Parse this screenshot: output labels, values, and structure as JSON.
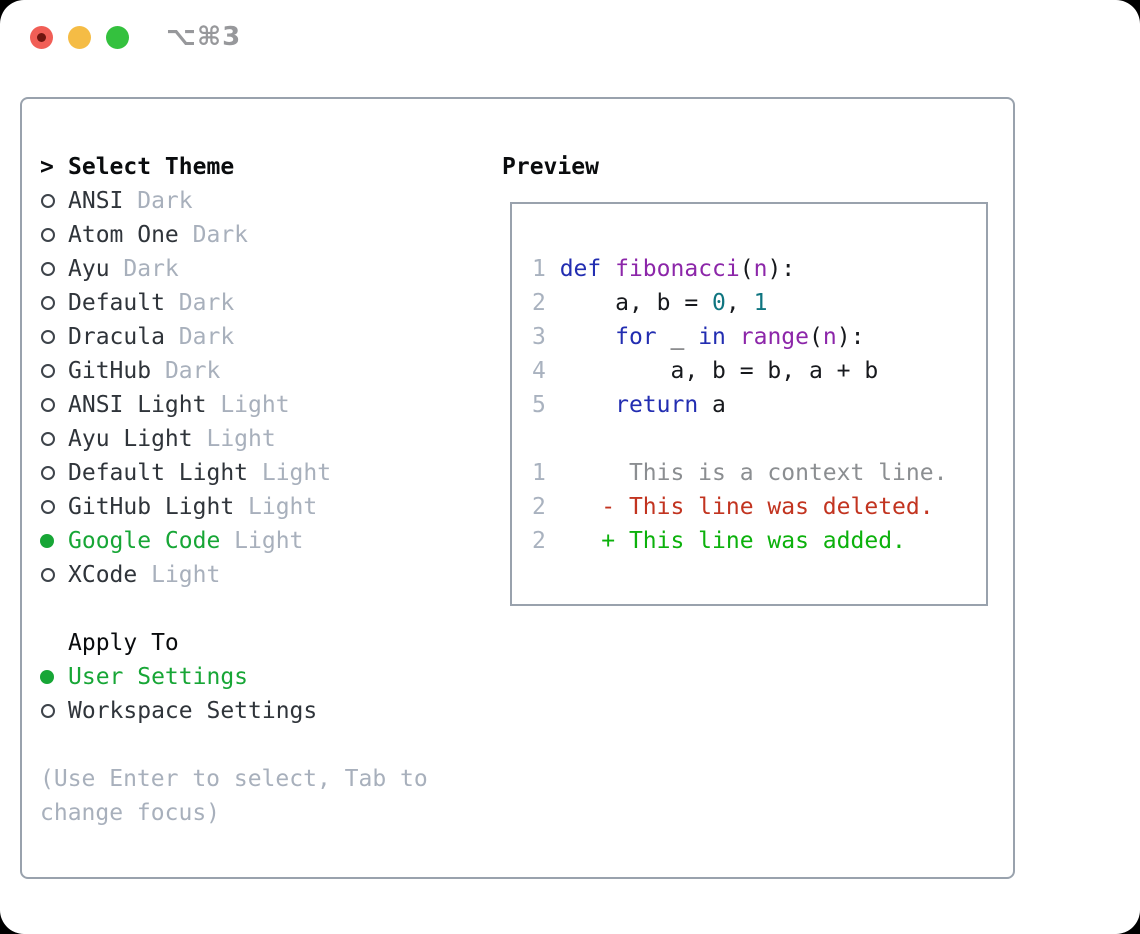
{
  "titlebar": {
    "shortcut": "⌥⌘3"
  },
  "theme_panel": {
    "cursor": ">",
    "header": "Select Theme",
    "items": [
      {
        "name": "ANSI",
        "variant": "Dark",
        "selected": false
      },
      {
        "name": "Atom One",
        "variant": "Dark",
        "selected": false
      },
      {
        "name": "Ayu",
        "variant": "Dark",
        "selected": false
      },
      {
        "name": "Default",
        "variant": "Dark",
        "selected": false
      },
      {
        "name": "Dracula",
        "variant": "Dark",
        "selected": false
      },
      {
        "name": "GitHub",
        "variant": "Dark",
        "selected": false
      },
      {
        "name": "ANSI Light",
        "variant": "Light",
        "selected": false
      },
      {
        "name": "Ayu Light",
        "variant": "Light",
        "selected": false
      },
      {
        "name": "Default Light",
        "variant": "Light",
        "selected": false
      },
      {
        "name": "GitHub Light",
        "variant": "Light",
        "selected": false
      },
      {
        "name": "Google Code",
        "variant": "Light",
        "selected": true
      },
      {
        "name": "XCode",
        "variant": "Light",
        "selected": false
      }
    ]
  },
  "apply_panel": {
    "header": "Apply To",
    "items": [
      {
        "name": "User Settings",
        "selected": true
      },
      {
        "name": "Workspace Settings",
        "selected": false
      }
    ]
  },
  "help": {
    "line1": "(Use Enter to select, Tab to",
    "line2": "change focus)"
  },
  "preview": {
    "header": "Preview",
    "lines": [
      {
        "num": "1",
        "segments": [
          {
            "t": "def",
            "c": "kw"
          },
          {
            "t": " ",
            "c": "pln"
          },
          {
            "t": "fibonacci",
            "c": "fn"
          },
          {
            "t": "(",
            "c": "pln"
          },
          {
            "t": "n",
            "c": "fn"
          },
          {
            "t": "):",
            "c": "pln"
          }
        ]
      },
      {
        "num": "2",
        "segments": [
          {
            "t": "    a, b = ",
            "c": "pln"
          },
          {
            "t": "0",
            "c": "lit"
          },
          {
            "t": ", ",
            "c": "pln"
          },
          {
            "t": "1",
            "c": "lit"
          }
        ]
      },
      {
        "num": "3",
        "segments": [
          {
            "t": "    ",
            "c": "pln"
          },
          {
            "t": "for",
            "c": "kw"
          },
          {
            "t": " _ ",
            "c": "pln"
          },
          {
            "t": "in",
            "c": "kw"
          },
          {
            "t": " ",
            "c": "pln"
          },
          {
            "t": "range",
            "c": "fn"
          },
          {
            "t": "(",
            "c": "pln"
          },
          {
            "t": "n",
            "c": "fn"
          },
          {
            "t": "):",
            "c": "pln"
          }
        ]
      },
      {
        "num": "4",
        "segments": [
          {
            "t": "        a, b = b, a + b",
            "c": "pln"
          }
        ]
      },
      {
        "num": "5",
        "segments": [
          {
            "t": "    ",
            "c": "pln"
          },
          {
            "t": "return",
            "c": "kw"
          },
          {
            "t": " a",
            "c": "pln"
          }
        ]
      },
      {
        "num": "",
        "segments": []
      },
      {
        "num": "1",
        "segments": [
          {
            "t": "     This is a context line.",
            "c": "ctx"
          }
        ]
      },
      {
        "num": "2",
        "segments": [
          {
            "t": "   - This line was deleted.",
            "c": "del"
          }
        ]
      },
      {
        "num": "2",
        "segments": [
          {
            "t": "   + This line was added.",
            "c": "add"
          }
        ]
      }
    ]
  },
  "colors": {
    "accent_green": "#17a636",
    "frame_border": "#99a2ad",
    "muted_text": "#a8b0bc",
    "keyword_blue": "#222db1",
    "function_purple": "#8c26a9",
    "literal_teal": "#0f7580",
    "diff_red": "#c23420",
    "diff_green": "#0cb10c",
    "traffic_red": "#f15e56",
    "traffic_yellow": "#f5bc45",
    "traffic_green": "#34c13e"
  }
}
